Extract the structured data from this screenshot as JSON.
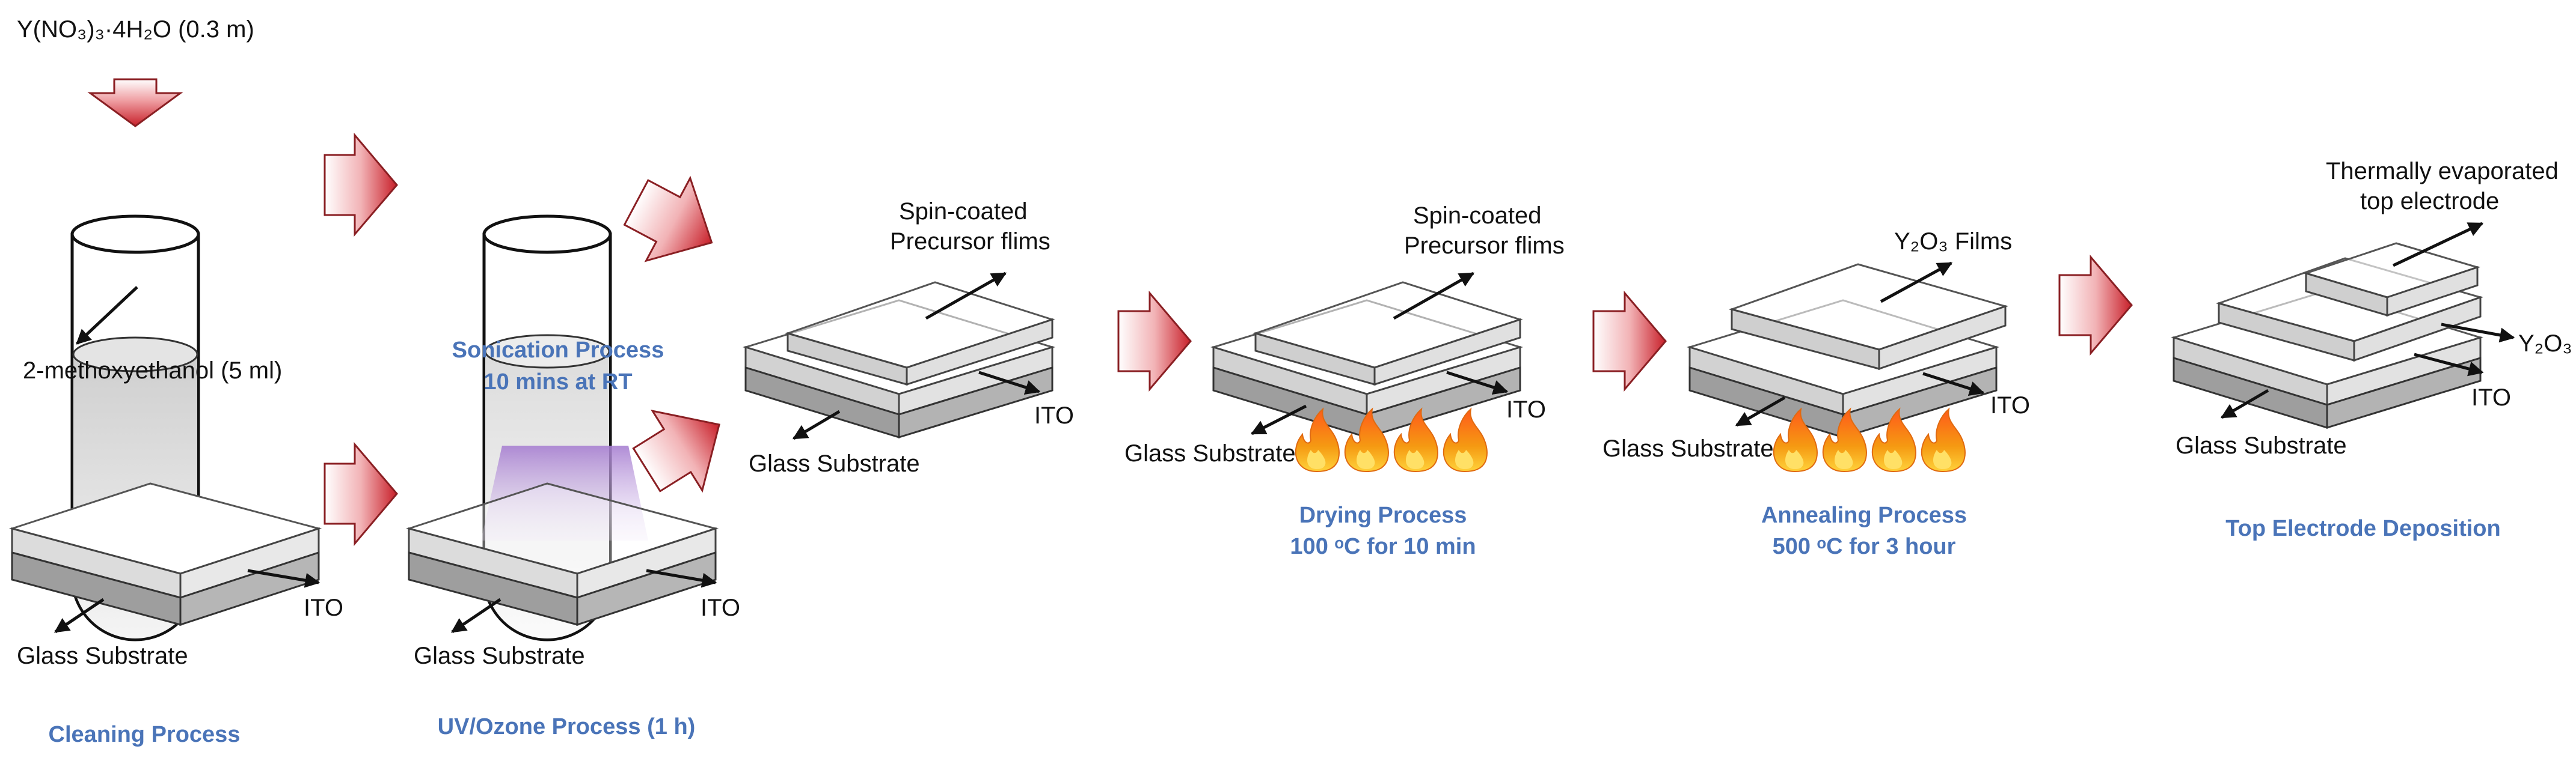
{
  "colors": {
    "caption_blue": "#4a74b8",
    "arrow_red": "#c8202a",
    "uv_purple": "#a77fd1",
    "flame_orange": "#f59a12"
  },
  "labels": {
    "solute": "Y(NO₃)₃·4H₂O (0.3 m)",
    "solvent": "2-methoxyethanol (5 ml)",
    "glass": "Glass Substrate",
    "ito": "ITO",
    "spin_line1": "Spin-coated",
    "spin_line2": "Precursor flims",
    "y2o3_films": "Y₂O₃ Films",
    "y2o3": "Y₂O₃",
    "te_line1": "Thermally evaporated",
    "te_line2": "top electrode"
  },
  "captions": {
    "sonication_line1": "Sonication Process",
    "sonication_line2": "10 mins at RT",
    "cleaning": "Cleaning Process",
    "uvozone": "UV/Ozone Process (1 h)",
    "drying_line1": "Drying Process",
    "drying_line2": "100 ᵒC for 10 min",
    "annealing_line1": "Annealing Process",
    "annealing_line2": "500 ᵒC for 3 hour",
    "top_electrode": "Top Electrode Deposition"
  },
  "icons": {
    "flame": "flame-icon",
    "step_arrow": "process-arrow-icon"
  }
}
